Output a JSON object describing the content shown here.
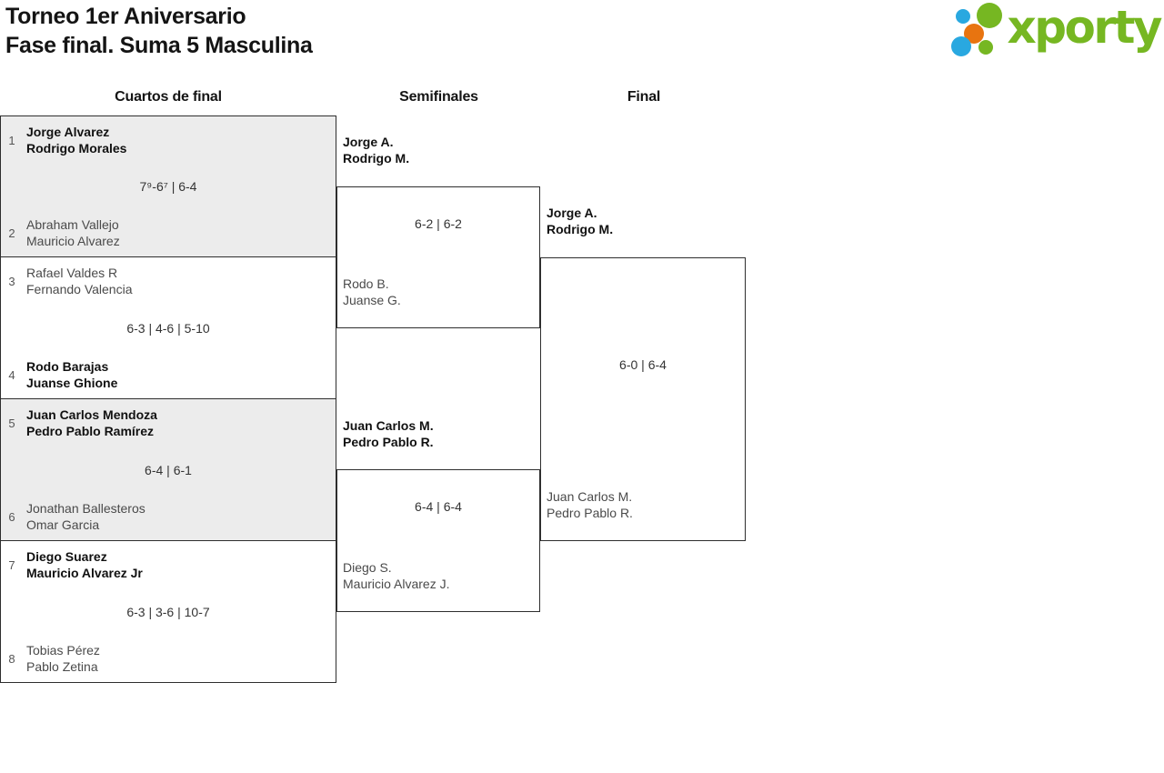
{
  "header": {
    "title_line1": "Torneo 1er Aniversario",
    "title_line2": "Fase final. Suma 5 Masculina",
    "logo_text": "xporty"
  },
  "columns": {
    "quarterfinals": "Cuartos de final",
    "semifinals": "Semifinales",
    "final": "Final"
  },
  "colors": {
    "logo_green": "#76b722",
    "logo_blue": "#29a8e0",
    "logo_orange": "#e87410",
    "match_alt_bg": "#ececec",
    "border": "#2e2e2e",
    "winner_text": "#111111",
    "loser_text": "#4a4a4a"
  },
  "bracket": {
    "quarterfinals": [
      {
        "seed_top": "1",
        "team_top_line1": "Jorge Alvarez",
        "team_top_line2": "Rodrigo Morales",
        "score": "7⁹-6⁷ | 6-4",
        "seed_bottom": "2",
        "team_bottom_line1": "Abraham Vallejo",
        "team_bottom_line2": "Mauricio Alvarez",
        "winner": "top"
      },
      {
        "seed_top": "3",
        "team_top_line1": "Rafael Valdes R",
        "team_top_line2": "Fernando Valencia",
        "score": "6-3 | 4-6 | 5-10",
        "seed_bottom": "4",
        "team_bottom_line1": "Rodo Barajas",
        "team_bottom_line2": "Juanse Ghione",
        "winner": "bottom"
      },
      {
        "seed_top": "5",
        "team_top_line1": "Juan Carlos Mendoza",
        "team_top_line2": "Pedro Pablo Ramírez",
        "score": "6-4 | 6-1",
        "seed_bottom": "6",
        "team_bottom_line1": "Jonathan Ballesteros",
        "team_bottom_line2": "Omar Garcia",
        "winner": "top"
      },
      {
        "seed_top": "7",
        "team_top_line1": "Diego Suarez",
        "team_top_line2": "Mauricio Alvarez Jr",
        "score": "6-3 | 3-6 | 10-7",
        "seed_bottom": "8",
        "team_bottom_line1": "Tobias Pérez",
        "team_bottom_line2": "Pablo Zetina",
        "winner": "top"
      }
    ],
    "semifinals": [
      {
        "team_top_line1": "Jorge A.",
        "team_top_line2": "Rodrigo M.",
        "score": "6-2 | 6-2",
        "team_bottom_line1": "Rodo B.",
        "team_bottom_line2": "Juanse G.",
        "winner": "top"
      },
      {
        "team_top_line1": "Juan Carlos M.",
        "team_top_line2": "Pedro Pablo R.",
        "score": "6-4 | 6-4",
        "team_bottom_line1": "Diego S.",
        "team_bottom_line2": "Mauricio Alvarez J.",
        "winner": "top"
      }
    ],
    "final": {
      "team_top_line1": "Jorge A.",
      "team_top_line2": "Rodrigo M.",
      "score": "6-0 | 6-4",
      "team_bottom_line1": "Juan Carlos M.",
      "team_bottom_line2": "Pedro Pablo R.",
      "winner": "top"
    }
  }
}
